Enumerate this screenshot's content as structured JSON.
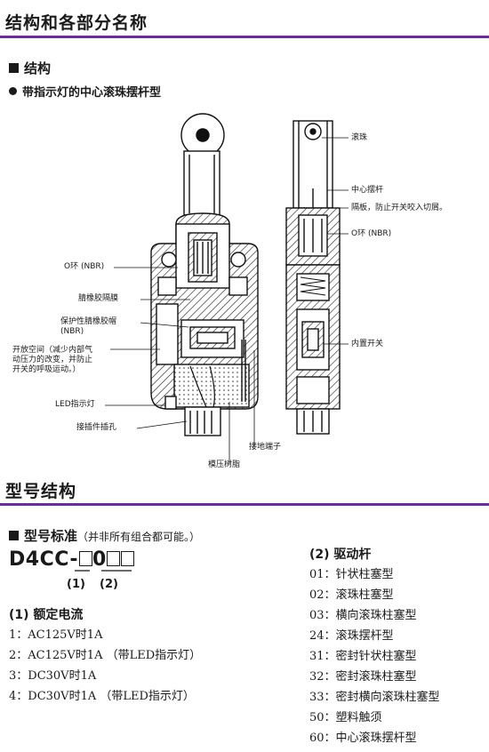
{
  "section1": {
    "title": "结构和各部分名称"
  },
  "structure": {
    "heading": "结构",
    "subheading": "带指示灯的中心滚珠摆杆型"
  },
  "callouts": {
    "o_ring_left": "O环 (NBR)",
    "rubber_diaphragm": "腈橡胶隔膜",
    "protective_cap_1": "保护性腈橡胶帽",
    "protective_cap_2": "(NBR)",
    "open_space_1": "开放空间（减少内部气",
    "open_space_2": "动压力的改变，并防止",
    "open_space_3": "开关的呼吸运动。）",
    "led": "LED指示灯",
    "connector": "接插件插孔",
    "molded_resin": "模压树脂",
    "ground_terminal": "接地端子",
    "roller": "滚珠",
    "center_lever": "中心摆杆",
    "partition": "隔板，防止开关咬入切屑。",
    "o_ring_right": "O环 (NBR)",
    "internal_switch": "内置开关"
  },
  "section2": {
    "title": "型号结构"
  },
  "model_std": {
    "heading": "型号标准",
    "note": "（并非所有组合都可能。）",
    "model_prefix": "D4CC-",
    "model_zero": "0",
    "label1": "(1)",
    "label2": "(2)"
  },
  "rated_current": {
    "heading": "(1) 额定电流",
    "items": [
      "1：AC125V时1A",
      "2：AC125V时1A （带LED指示灯）",
      "3：DC30V时1A",
      "4：DC30V时1A （带LED指示灯）"
    ]
  },
  "actuator": {
    "heading": "(2) 驱动杆",
    "items": [
      "01：针状柱塞型",
      "02：滚珠柱塞型",
      "03：横向滚珠柱塞型",
      "24：滚珠摆杆型",
      "31：密封针状柱塞型",
      "32：密封滚珠柱塞型",
      "33：密封横向滚珠柱塞型",
      "50：塑料触须",
      "60：中心滚珠摆杆型"
    ]
  },
  "colors": {
    "accent_rule": "#6b2f8f",
    "ink": "#1a1a1a"
  }
}
